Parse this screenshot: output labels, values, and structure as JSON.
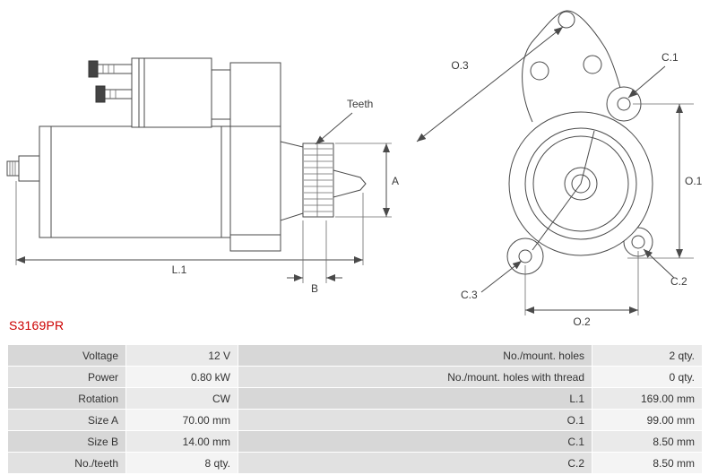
{
  "part_number": "S3169PR",
  "part_number_color": "#cc0000",
  "diagram": {
    "side": {
      "teeth": "Teeth",
      "a": "A",
      "b": "B",
      "l1": "L.1"
    },
    "front": {
      "o3": "O.3",
      "c1": "C.1",
      "o1": "O.1",
      "c2": "C.2",
      "c3": "C.3",
      "o2": "O.2"
    }
  },
  "table": {
    "rows": [
      {
        "l1": "Voltage",
        "v1": "12 V",
        "l2": "No./mount. holes",
        "v2": "2 qty."
      },
      {
        "l1": "Power",
        "v1": "0.80 kW",
        "l2": "No./mount. holes with thread",
        "v2": "0 qty."
      },
      {
        "l1": "Rotation",
        "v1": "CW",
        "l2": "L.1",
        "v2": "169.00 mm"
      },
      {
        "l1": "Size A",
        "v1": "70.00 mm",
        "l2": "O.1",
        "v2": "99.00 mm"
      },
      {
        "l1": "Size B",
        "v1": "14.00 mm",
        "l2": "C.1",
        "v2": "8.50 mm"
      },
      {
        "l1": "No./teeth",
        "v1": "8 qty.",
        "l2": "C.2",
        "v2": "8.50 mm"
      }
    ]
  }
}
